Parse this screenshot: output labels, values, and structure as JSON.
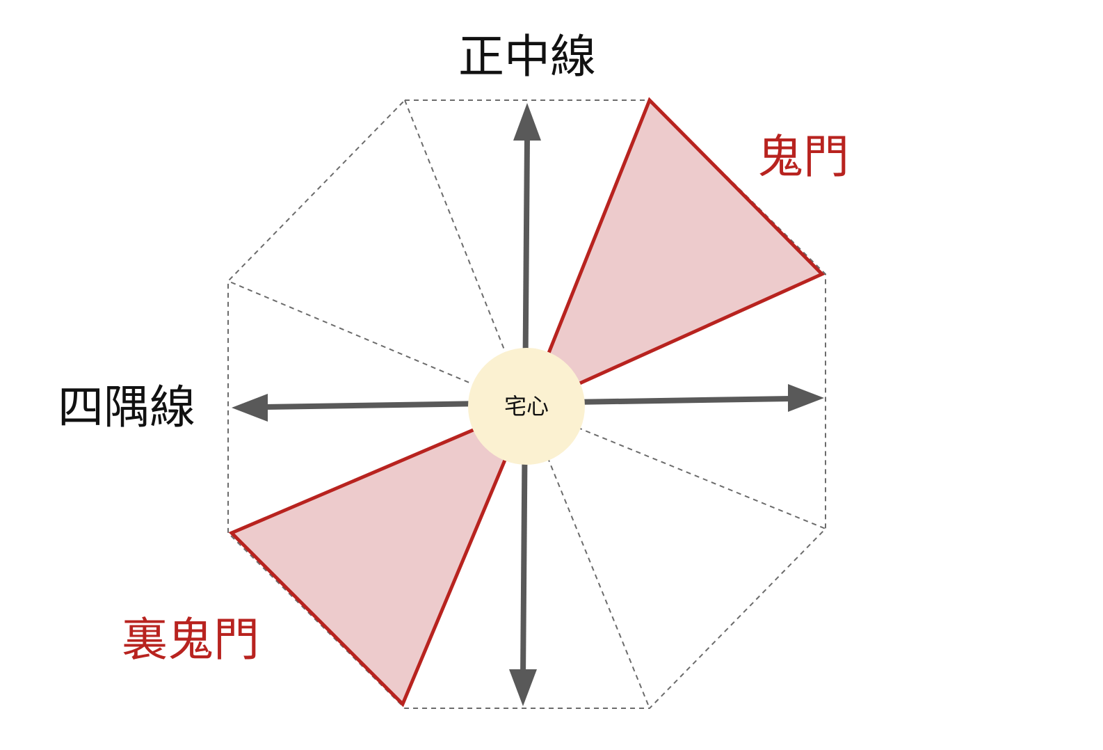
{
  "diagram": {
    "labels": {
      "center": "宅心",
      "vertical_axis": "正中線",
      "diagonal_axis": "四隅線",
      "kimon": "鬼門",
      "ura_kimon": "裏鬼門"
    },
    "colors": {
      "highlight_stroke": "#b8231f",
      "highlight_fill": "#edcbcc",
      "axis": "#595959",
      "dashed": "#6b6b6b",
      "center_fill": "#fbf1d1",
      "text": "#111111"
    }
  }
}
